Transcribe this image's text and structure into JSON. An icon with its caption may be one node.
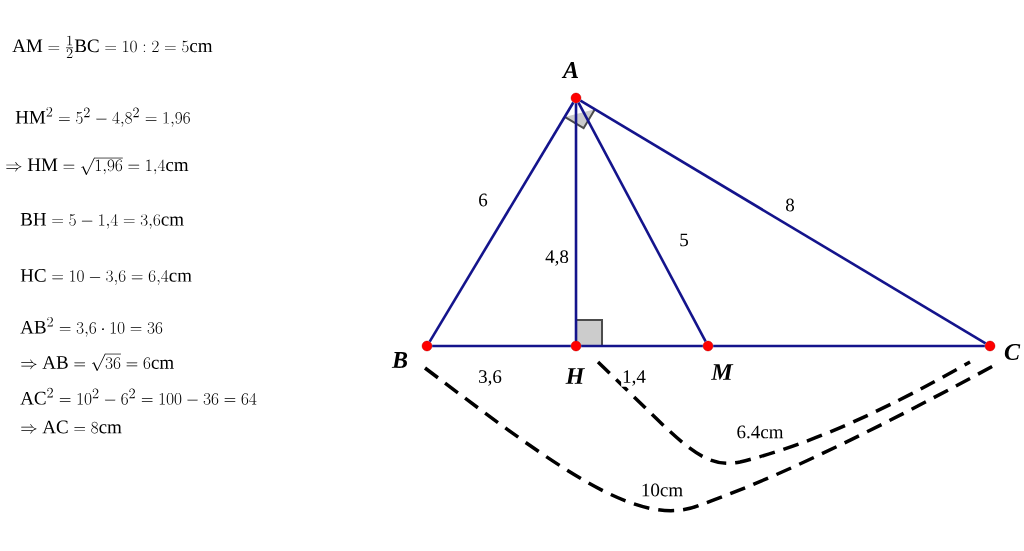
{
  "diagram": {
    "nodes": [
      {
        "text": [
          "A"
        ]
      },
      {
        "text": [
          "B"
        ]
      },
      {
        "text": [
          "H"
        ]
      },
      {
        "text": [
          "M"
        ]
      },
      {
        "text": [
          "C"
        ]
      }
    ],
    "edges": [
      {
        "from": 0,
        "to": 1,
        "arrow": "none",
        "label": "6"
      },
      {
        "from": 0,
        "to": 4,
        "arrow": "none",
        "label": "8"
      },
      {
        "from": 0,
        "to": 2,
        "arrow": "none",
        "label": "4,8"
      },
      {
        "from": 0,
        "to": 3,
        "arrow": "none",
        "label": "5"
      },
      {
        "from": 1,
        "to": 2,
        "arrow": "none",
        "label": "3,6"
      },
      {
        "from": 2,
        "to": 3,
        "arrow": "none",
        "label": "1,4"
      },
      {
        "from": 3,
        "to": 4,
        "arrow": "none"
      }
    ],
    "labels": [
      "\\text{AM} = \\frac{1}{2}\\text{BC} = 10 : 2 = 5\\text{cm}",
      "\\text{HM}^2 = 5^2 - 4{,}8^2 = 1{,}96",
      "\\Rightarrow \\text{HM} = \\sqrt{1{,}96} = 1{,}4\\text{cm}",
      "\\text{BH} = 5 - 1{,}4 = 3{,}6\\text{cm}",
      "\\text{HC} = 10 - 3{,}6 = 6{,}4\\text{cm}",
      "\\text{AB}^2 = 3{,}6 \\cdot 10 = 36",
      "\\Rightarrow \\text{AB} = \\sqrt{36} = 6\\text{cm}",
      "\\text{AC}^2 = 10^2 - 6^2 = 100 - 36 = 64",
      "\\Rightarrow \\text{AC} = 8\\text{cm}",
      "6.4cm",
      "10cm"
    ]
  }
}
